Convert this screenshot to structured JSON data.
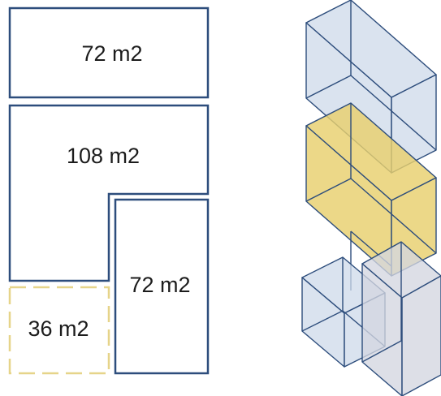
{
  "plan": {
    "rooms": [
      {
        "id": "top-room",
        "label": "72 m2",
        "status": "existing"
      },
      {
        "id": "l-room",
        "label": "108 m2",
        "status": "existing"
      },
      {
        "id": "right-room",
        "label": "72 m2",
        "status": "existing"
      },
      {
        "id": "small-room",
        "label": "36 m2",
        "status": "proposed"
      }
    ]
  },
  "colors": {
    "outline_blue": "#2d4d7c",
    "dashed_yellow": "#e6d489",
    "box_blue_fill": "#cdd9ea",
    "box_yellow_fill": "#e8cf6e",
    "box_grey_fill": "#d3d6e0",
    "box_edge": "#2d4d7c"
  }
}
